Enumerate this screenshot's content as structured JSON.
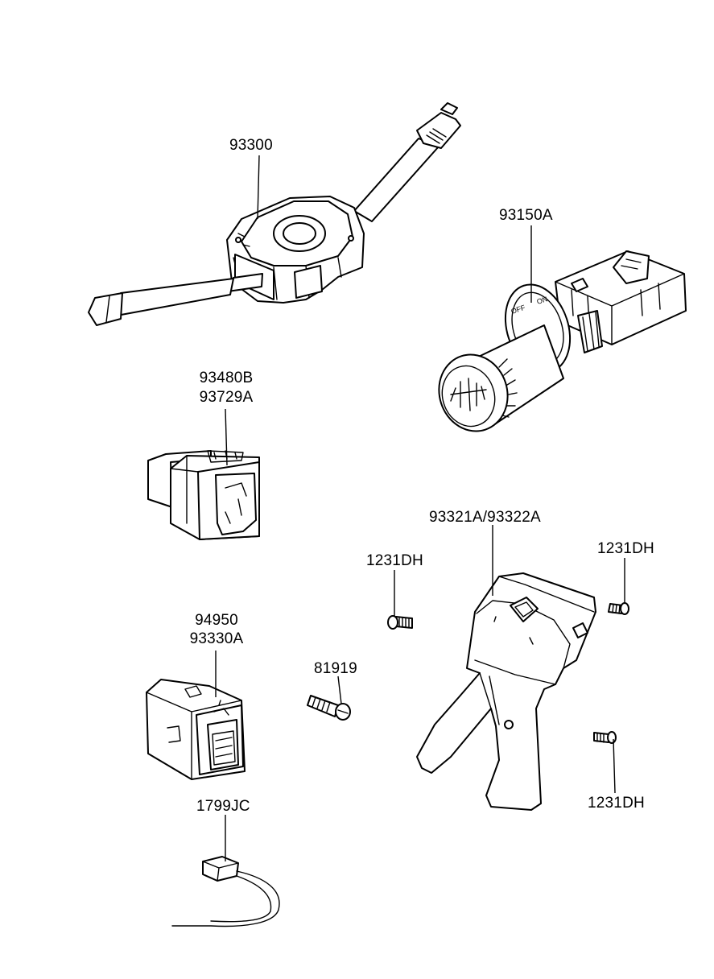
{
  "callouts": {
    "multifunction_switch": "93300",
    "rear_fog_switch": "93150A",
    "hazard_switch_line1": "93480B",
    "hazard_switch_line2": "93729A",
    "switch_panel": "93321A/93322A",
    "screw_left": "1231DH",
    "screw_right_top": "1231DH",
    "screw_right_bottom": "1231DH",
    "bolt": "81919",
    "dimmer_switch_line1": "94950",
    "dimmer_switch_line2": "93330A",
    "wiring_connector": "1799JC"
  },
  "knob_marks": {
    "off": "OFF",
    "on": "ON"
  }
}
